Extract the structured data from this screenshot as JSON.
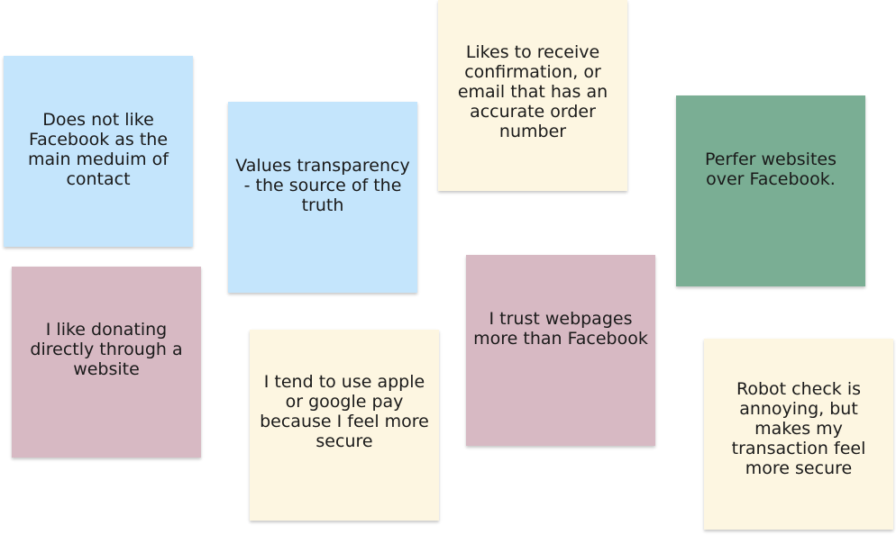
{
  "notes": [
    {
      "text": "Does not like Facebook as the main meduim of contact",
      "color": "#c4e5fc"
    },
    {
      "text": "Values transparency - the source of the truth",
      "color": "#c4e5fc"
    },
    {
      "text": "Likes to receive confirmation, or email that has an accurate order number",
      "color": "#fdf6e1"
    },
    {
      "text": "Perfer websites over Facebook.",
      "color": "#7aae94"
    },
    {
      "text": "I like donating directly through a website",
      "color": "#d7b9c3"
    },
    {
      "text": "I tend to use apple or google pay because I feel more secure",
      "color": "#fdf6e1"
    },
    {
      "text": "I trust webpages more than Facebook",
      "color": "#d7b9c3"
    },
    {
      "text": "Robot check is annoying, but makes my transaction feel more secure",
      "color": "#fdf6e1"
    }
  ]
}
